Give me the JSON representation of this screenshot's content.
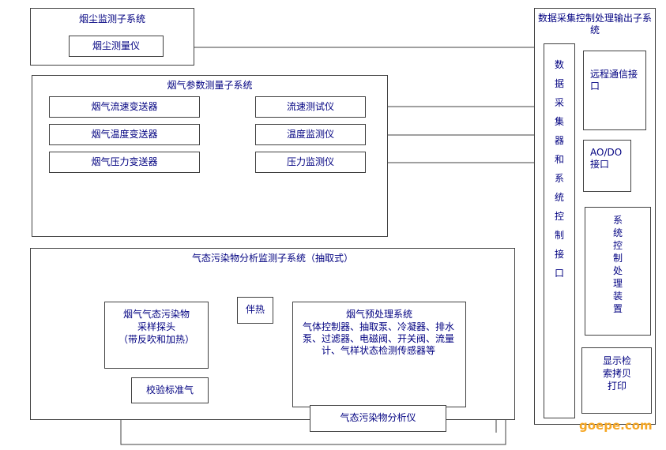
{
  "dust": {
    "title": "烟尘监测子系统",
    "instrument": "烟尘测量仪"
  },
  "flue_gas": {
    "title": "烟气参数测量子系统",
    "rows": [
      {
        "transmitter": "烟气流速变送器",
        "instrument": "流速测试仪"
      },
      {
        "transmitter": "烟气温度变送器",
        "instrument": "温度监测仪"
      },
      {
        "transmitter": "烟气压力变送器",
        "instrument": "压力监测仪"
      }
    ]
  },
  "pollutant": {
    "title": "气态污染物分析监测子系统（抽取式）",
    "probe": [
      "烟气气态污染物",
      "采样探头",
      "（带反吹和加热）"
    ],
    "heat_tag": "伴热",
    "calibration": "校验标准气",
    "pretreat_title": "烟气预处理系统",
    "pretreat_body": "气体控制器、抽取泵、冷凝器、排水泵、过滤器、电磁阀、开关阀、流量计、气样状态检测传感器等",
    "analyzer": "气态污染物分析仪"
  },
  "daq": {
    "title": "数据采集控制处理输出子系统",
    "collector": "数据采集器和系统控制接口",
    "remote": "远程通信接口",
    "aodo": "AO/DO接口",
    "control": "系统控制处理装置",
    "display": "显示检索拷贝打印"
  },
  "watermark": "goepe.com"
}
